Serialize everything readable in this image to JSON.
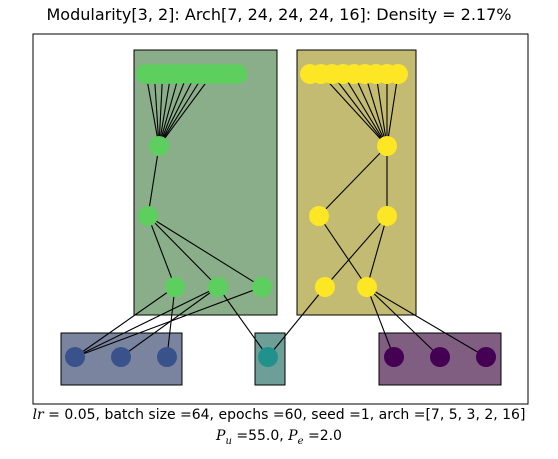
{
  "title": "Modularity[3, 2]: Arch[7, 24, 24, 24, 16]: Density = 2.17%",
  "caption": {
    "lr_symbol": "lr",
    "lr_rest": " =  0.05, batch size =64, epochs =60, seed =1, arch =[7, 5, 3, 2, 16]",
    "pu_symbol": "P",
    "pu_sub": "u",
    "pu_value": " =55.0, ",
    "pe_symbol": "P",
    "pe_sub": "e",
    "pe_value": " =2.0"
  },
  "colors": {
    "module_left": "#8aae8a",
    "module_right": "#c3bb72",
    "input_blue_box": "#7a849e",
    "input_teal_box": "#6e9e98",
    "input_purple_box": "#7f5e82",
    "node_green": "#5ccf5e",
    "node_yellow": "#fde725",
    "node_blue": "#3a528b",
    "node_teal": "#21918c",
    "node_purple": "#440154",
    "edge": "#000000"
  }
}
